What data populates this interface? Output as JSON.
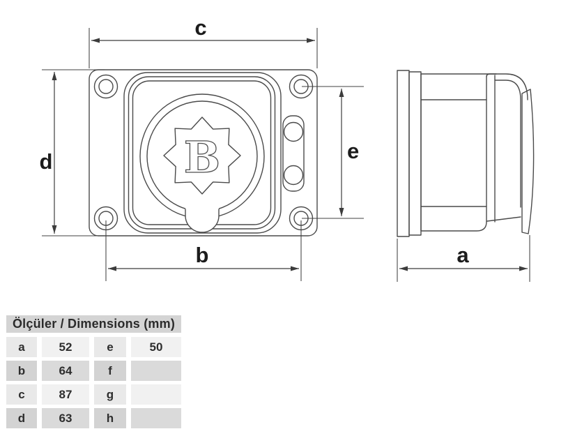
{
  "diagram": {
    "dimension_labels": {
      "a": "a",
      "b": "b",
      "c": "c",
      "d": "d",
      "e": "e"
    },
    "logo_letter": "B"
  },
  "table": {
    "title": "Ölçüler / Dimensions (mm)",
    "rows": [
      {
        "k1": "a",
        "v1": "52",
        "k2": "e",
        "v2": "50"
      },
      {
        "k1": "b",
        "v1": "64",
        "k2": "f",
        "v2": ""
      },
      {
        "k1": "c",
        "v1": "87",
        "k2": "g",
        "v2": ""
      },
      {
        "k1": "d",
        "v1": "63",
        "k2": "h",
        "v2": ""
      }
    ]
  },
  "colors": {
    "drawing_line": "#4a4a4a",
    "dimension_line": "#3c3c3c",
    "label_text": "#1c1c1c",
    "table_header_bg": "#d4d4d4",
    "row_light_key_bg": "#e9e9e9",
    "row_light_val_bg": "#f1f1f1",
    "row_dark_key_bg": "#d3d3d3",
    "row_dark_val_bg": "#dadada",
    "table_text": "#2e2e2e",
    "background": "#ffffff"
  }
}
